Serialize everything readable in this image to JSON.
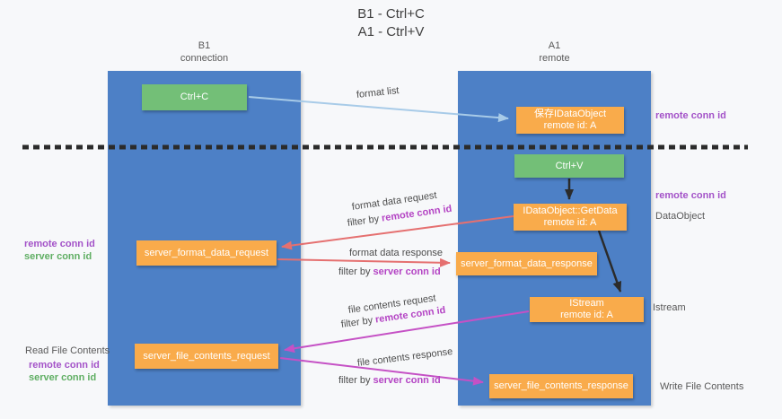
{
  "title": {
    "line1": "B1 - Ctrl+C",
    "line2": "A1 - Ctrl+V"
  },
  "lanes": {
    "left": {
      "title": "B1",
      "subtitle": "connection"
    },
    "right": {
      "title": "A1",
      "subtitle": "remote"
    }
  },
  "boxes": {
    "ctrl_c": {
      "label": "Ctrl+C"
    },
    "save_dataobject": {
      "line1": "保存IDataObject",
      "line2": "remote id: A"
    },
    "ctrl_v": {
      "label": "Ctrl+V"
    },
    "getdata": {
      "line1": "IDataObject::GetData",
      "line2": "remote id: A"
    },
    "format_request": {
      "label": "server_format_data_request"
    },
    "format_response": {
      "label": "server_format_data_response"
    },
    "istream": {
      "line1": "IStream",
      "line2": "remote id: A"
    },
    "file_request": {
      "label": "server_file_contents_request"
    },
    "file_response": {
      "label": "server_file_contents_response"
    }
  },
  "edges": {
    "format_list": "format list",
    "format_data_request": "format data request",
    "format_data_response": "format data response",
    "file_contents_request": "file contents request",
    "file_contents_response": "file contents response",
    "filter_by": "filter by ",
    "remote_conn_id": "remote conn id",
    "server_conn_id": "server conn id"
  },
  "annotations": {
    "remote_conn_id": "remote conn id",
    "server_conn_id": "server conn id",
    "dataobject": "DataObject",
    "istream": "Istream",
    "read_file_contents": "Read File Contents",
    "write_file_contents": "Write File Contents"
  },
  "colors": {
    "lane_blue": "#4d80c6",
    "box_orange": "#f9ab4b",
    "box_green": "#73bf77",
    "arrow_blue": "#a8cbe8",
    "arrow_red": "#e57070",
    "arrow_magenta": "#c551c5",
    "arrow_black": "#2b2b2b",
    "text_purple": "#a352c8",
    "text_magenta": "#b444c4",
    "text_green": "#5fae63"
  }
}
